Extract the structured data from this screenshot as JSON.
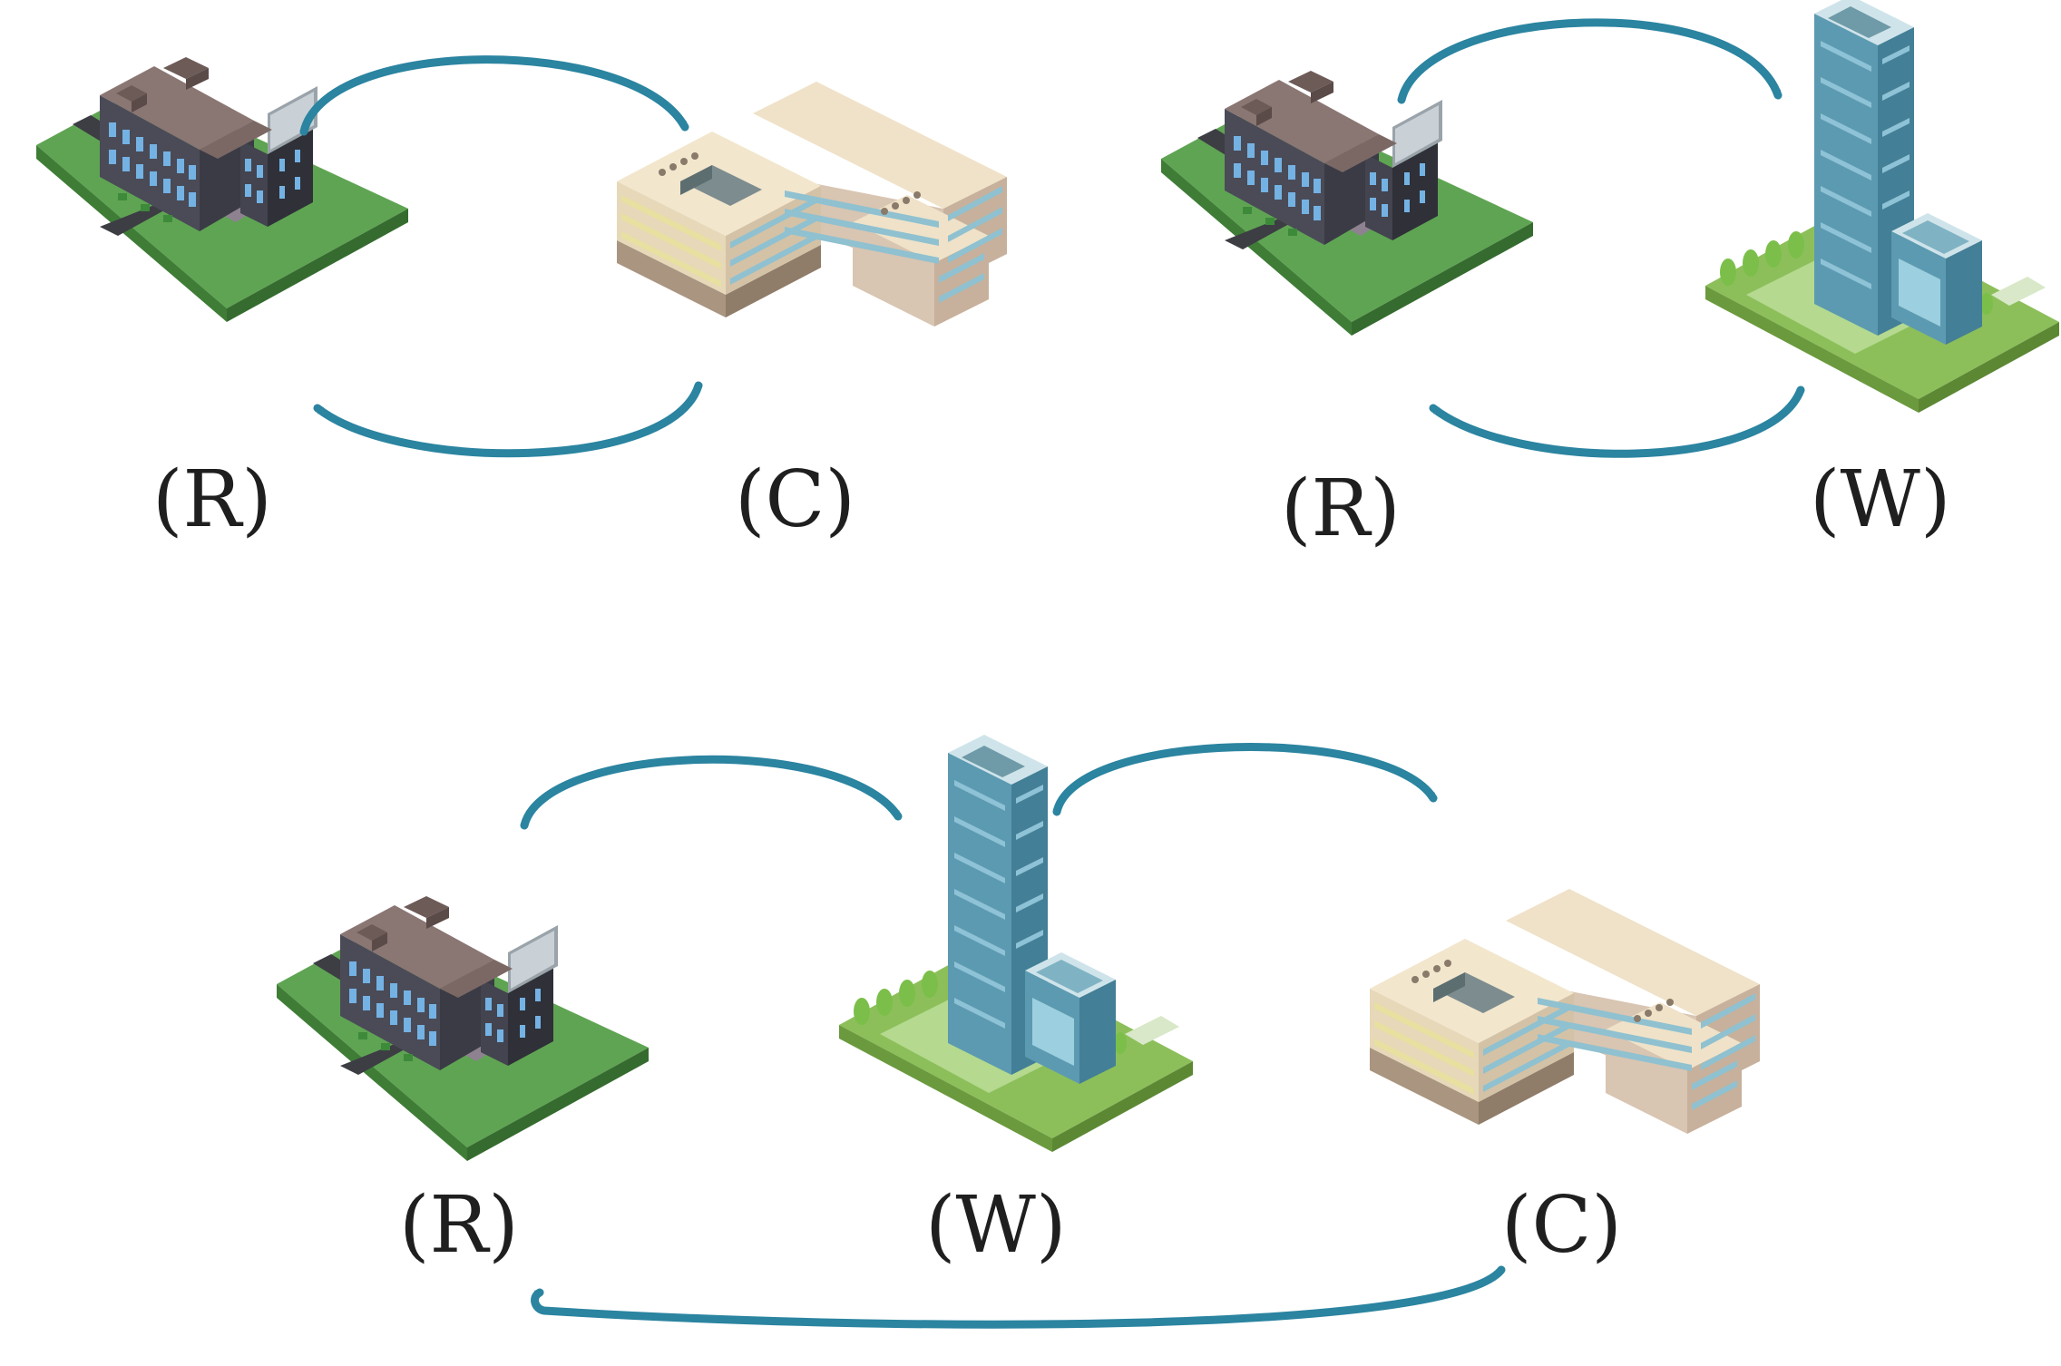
{
  "diagrams": [
    {
      "id": "top-left",
      "nodes": [
        {
          "label": "(R)",
          "building": "residential-building"
        },
        {
          "label": "(C)",
          "building": "commercial-building"
        }
      ]
    },
    {
      "id": "top-right",
      "nodes": [
        {
          "label": "(R)",
          "building": "residential-building"
        },
        {
          "label": "(W)",
          "building": "work-tower-building"
        }
      ]
    },
    {
      "id": "bottom",
      "nodes": [
        {
          "label": "(R)",
          "building": "residential-building"
        },
        {
          "label": "(W)",
          "building": "work-tower-building"
        },
        {
          "label": "(C)",
          "building": "commercial-building"
        }
      ]
    }
  ],
  "colors": {
    "arrow": "#2b84a0",
    "grass": "#5fa453",
    "tower_glass": "#6aa7be",
    "commercial_wall": "#efe2c8",
    "residential_roof": "#8a7673"
  }
}
